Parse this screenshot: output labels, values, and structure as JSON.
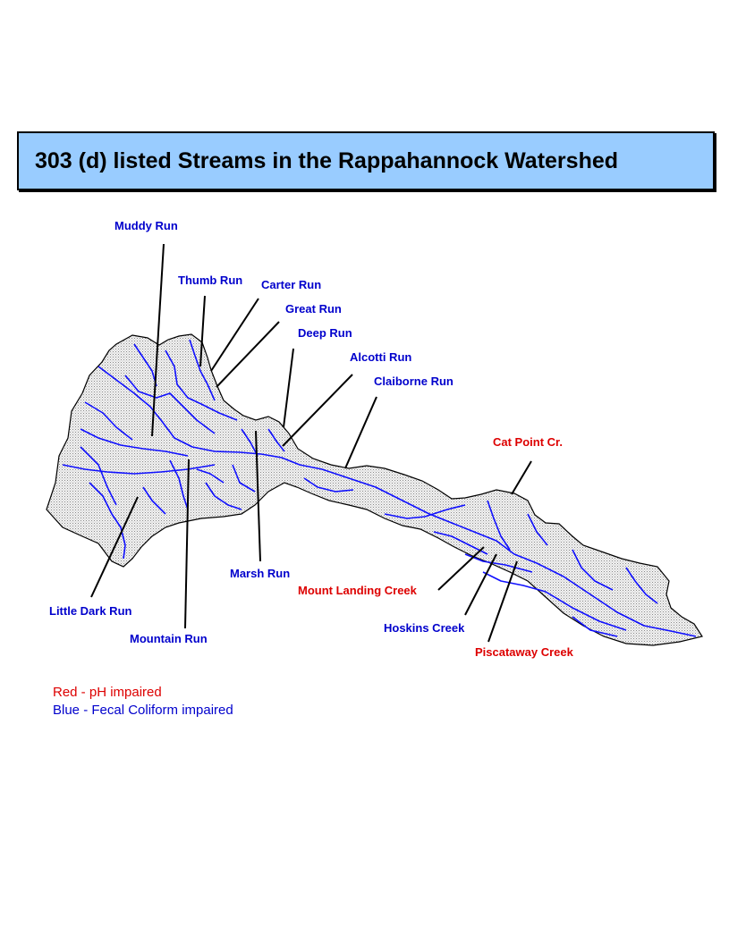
{
  "title": "303 (d) listed Streams in the Rappahannock Watershed",
  "colors": {
    "blue": "#0000cc",
    "red": "#dd0000",
    "title_bg": "#99ccff",
    "stream": "#1010ff"
  },
  "labels": {
    "muddy_run": "Muddy Run",
    "thumb_run": "Thumb Run",
    "carter_run": "Carter Run",
    "great_run": "Great Run",
    "deep_run": "Deep Run",
    "alcotti_run": "Alcotti Run",
    "claiborne_run": "Claiborne Run",
    "cat_point_cr": "Cat Point Cr.",
    "marsh_run": "Marsh Run",
    "mount_landing_creek": "Mount Landing Creek",
    "little_dark_run": "Little Dark Run",
    "hoskins_creek": "Hoskins Creek",
    "mountain_run": "Mountain Run",
    "piscataway_creek": "Piscataway Creek"
  },
  "legend": {
    "red": "Red - pH impaired",
    "blue": "Blue - Fecal Coliform impaired"
  }
}
